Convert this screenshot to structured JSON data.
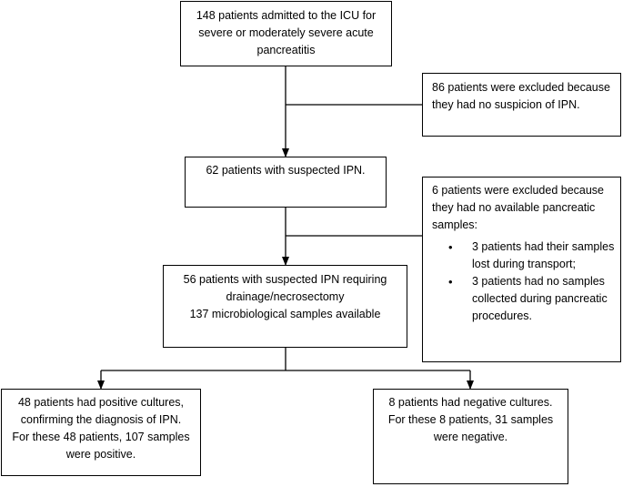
{
  "boxes": {
    "admitted": [
      "148 patients admitted to the ICU for",
      "severe or moderately severe acute",
      "pancreatitis"
    ],
    "excluded_no_suspicion": [
      "86 patients were excluded because",
      "they had no suspicion of IPN."
    ],
    "suspected": [
      "62 patients with suspected IPN."
    ],
    "excluded_no_samples": {
      "lines": [
        "6 patients were excluded because",
        "they had no available pancreatic",
        "samples:"
      ],
      "bullets": [
        [
          "3 patients had their samples",
          "lost during transport;"
        ],
        [
          "3 patients had no samples",
          "collected during pancreatic",
          "procedures."
        ]
      ]
    },
    "drainage": [
      "56 patients with suspected IPN requiring",
      "drainage/necrosectomy",
      "137 microbiological samples available"
    ],
    "positive": [
      "48 patients had positive cultures,",
      "confirming the diagnosis of IPN.",
      "For these 48 patients, 107 samples",
      "were positive."
    ],
    "negative": [
      "8 patients had negative cultures.",
      "For these 8 patients, 31 samples",
      "were negative."
    ]
  }
}
